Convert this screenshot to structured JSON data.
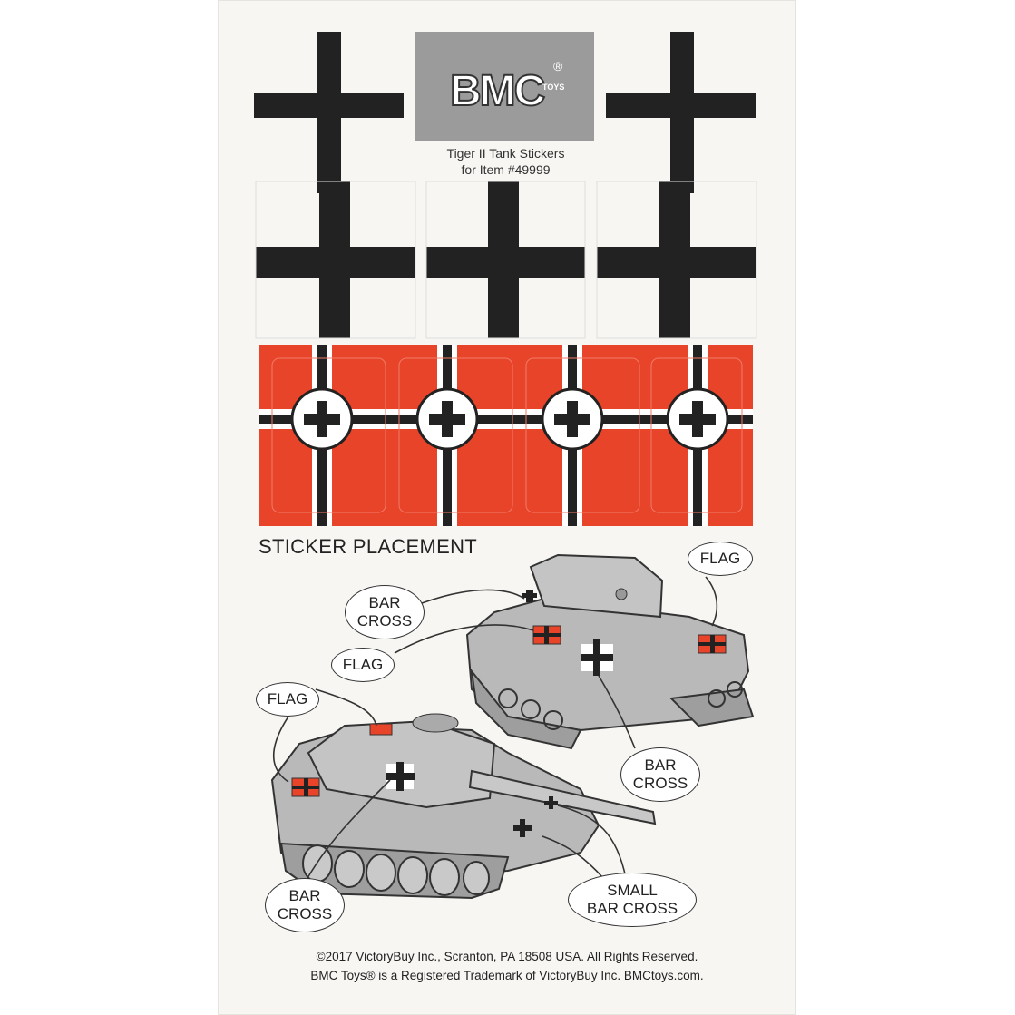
{
  "brand": {
    "logo_text": "BMC",
    "logo_sub": "TOYS",
    "registered": "®"
  },
  "product": {
    "title_line1": "Tiger II Tank Stickers",
    "title_line2": "for Item #49999"
  },
  "placement_heading": "STICKER PLACEMENT",
  "callouts": {
    "flag_top_right": "FLAG",
    "bar_cross_top": [
      "BAR",
      "CROSS"
    ],
    "flag_top_left": "FLAG",
    "flag_bottom_left": "FLAG",
    "bar_cross_mid_right": [
      "BAR",
      "CROSS"
    ],
    "bar_cross_bottom_left": [
      "BAR",
      "CROSS"
    ],
    "small_bar_cross": [
      "SMALL",
      "BAR CROSS"
    ]
  },
  "footer": {
    "line1": "©2017 VictoryBuy Inc., Scranton, PA 18508 USA. All Rights Reserved.",
    "line2": "BMC Toys® is a Registered Trademark of VictoryBuy Inc. BMCtoys.com."
  },
  "colors": {
    "flag_red": "#e8442a",
    "cross_black": "#222222",
    "logo_gray": "#9b9b9b",
    "tank_gray": "#b9b9b9"
  }
}
